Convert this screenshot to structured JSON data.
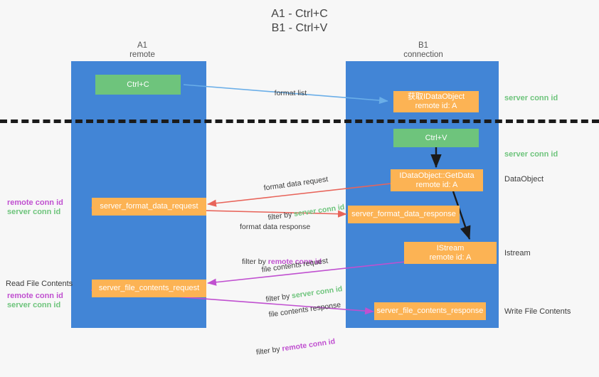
{
  "title": {
    "line1": "A1 - Ctrl+C",
    "line2": "B1 - Ctrl+V"
  },
  "colors": {
    "lane": "#4285d6",
    "green_box": "#6ec47c",
    "orange_box": "#fcb354",
    "green_text": "#6ec47c",
    "purple_text": "#c050d0",
    "background": "#f7f7f7",
    "arrow_blue": "#6aaee8",
    "arrow_red": "#e8645a",
    "arrow_magenta": "#c050d0",
    "arrow_black": "#1b1b1b",
    "dash_line": "#1b1b1b"
  },
  "lanes": [
    {
      "id": "a1",
      "name": "A1",
      "sub": "remote"
    },
    {
      "id": "b1",
      "name": "B1",
      "sub": "connection"
    }
  ],
  "boxes": [
    {
      "id": "ctrl-c",
      "kind": "green",
      "line1": "Ctrl+C",
      "line2": ""
    },
    {
      "id": "get-idataobject",
      "kind": "orange",
      "line1": "获取IDataObject",
      "line2": "remote id: A"
    },
    {
      "id": "ctrl-v",
      "kind": "green",
      "line1": "Ctrl+V",
      "line2": ""
    },
    {
      "id": "idataobject-getdata",
      "kind": "orange",
      "line1": "IDataObject::GetData",
      "line2": "remote id: A"
    },
    {
      "id": "server-format-data-request",
      "kind": "orange",
      "line1": "server_format_data_request",
      "line2": ""
    },
    {
      "id": "server-format-data-response",
      "kind": "orange",
      "line1": "server_format_data_response",
      "line2": ""
    },
    {
      "id": "istream",
      "kind": "orange",
      "line1": "IStream",
      "line2": "remote id: A"
    },
    {
      "id": "server-file-contents-request",
      "kind": "orange",
      "line1": "server_file_contents_request",
      "line2": ""
    },
    {
      "id": "server-file-contents-response",
      "kind": "orange",
      "line1": "server_file_contents_response",
      "line2": ""
    }
  ],
  "edge_labels": {
    "format_list": "format list",
    "format_data_request": "format data request",
    "format_data_request_filter_prefix": "filter by ",
    "format_data_request_filter_value": "server conn id",
    "format_data_response": "format data response",
    "format_data_response_filter_prefix": "filter by ",
    "format_data_response_filter_value": "remote conn id",
    "file_contents_request": "file contents request",
    "file_contents_request_filter_prefix": "filter by ",
    "file_contents_request_filter_value": "server conn id",
    "file_contents_response": "file contents response",
    "file_contents_response_filter_prefix": "filter by ",
    "file_contents_response_filter_value": "remote conn id"
  },
  "right_labels": [
    {
      "id": "server-conn-id-top",
      "text": "server conn id",
      "style": "green"
    },
    {
      "id": "server-conn-id-mid",
      "text": "server conn id",
      "style": "green"
    },
    {
      "id": "dataobject",
      "text": "DataObject",
      "style": "dark"
    },
    {
      "id": "istream-label",
      "text": "Istream",
      "style": "dark"
    },
    {
      "id": "write-file-contents",
      "text": "Write File Contents",
      "style": "dark"
    }
  ],
  "left_labels": [
    {
      "id": "remote-conn-id-upper",
      "text": "remote conn id",
      "style": "purple"
    },
    {
      "id": "server-conn-id-upper",
      "text": "server conn id",
      "style": "green"
    },
    {
      "id": "read-file-contents",
      "text": "Read File Contents",
      "style": "dark"
    },
    {
      "id": "remote-conn-id-lower",
      "text": "remote conn id",
      "style": "purple"
    },
    {
      "id": "server-conn-id-lower",
      "text": "server conn id",
      "style": "green"
    }
  ]
}
